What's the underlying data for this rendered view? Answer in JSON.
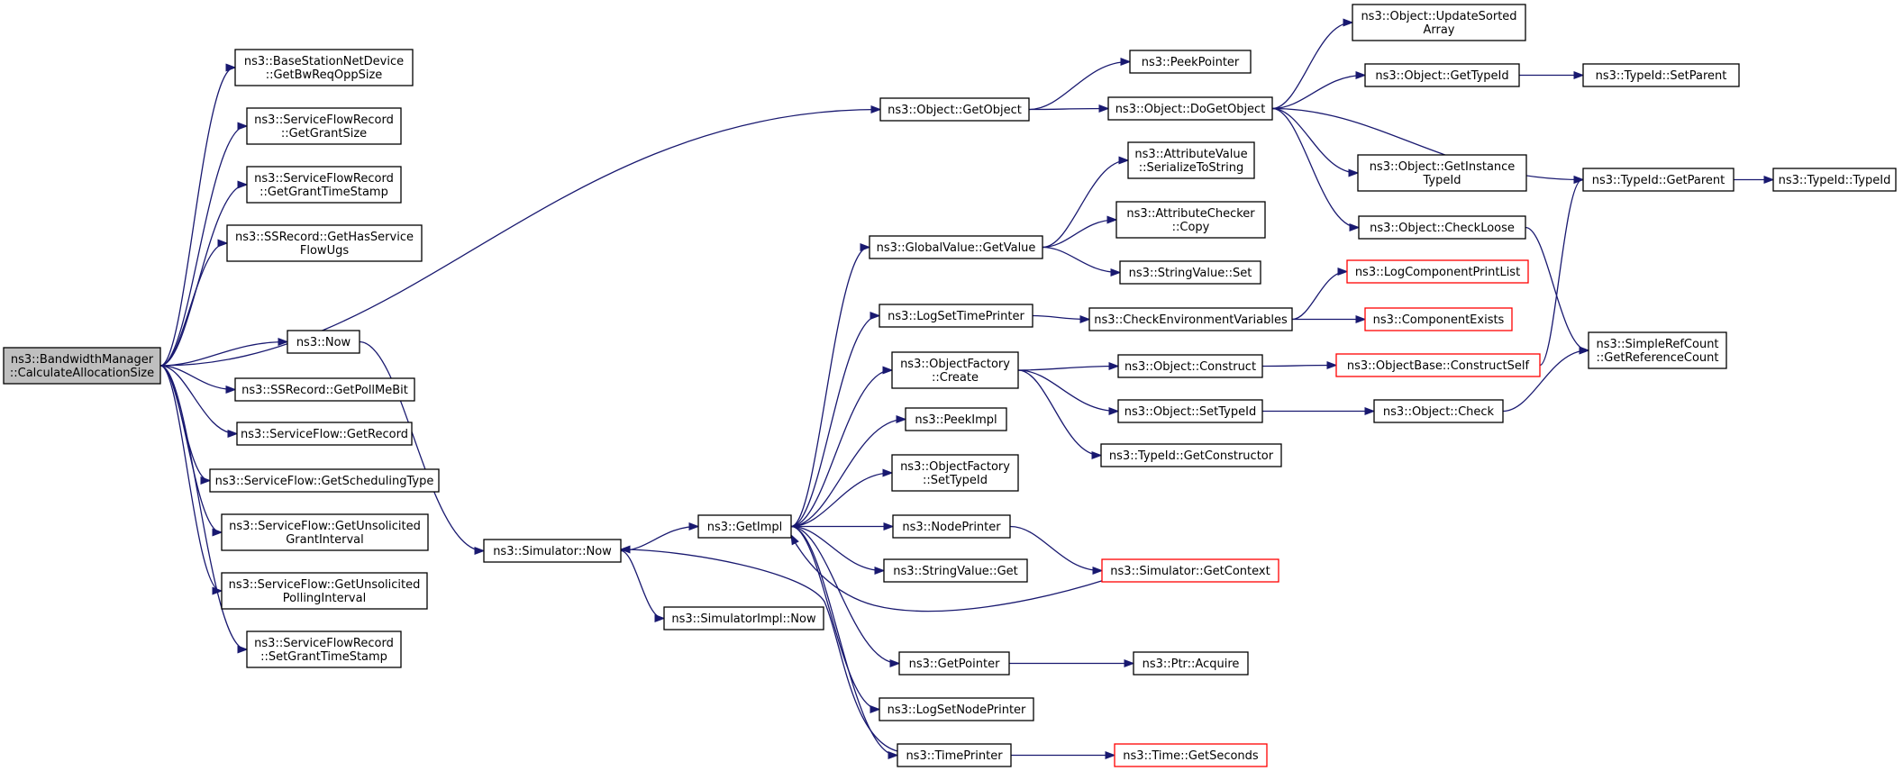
{
  "diagram": {
    "title": "",
    "colors": {
      "edge": "#191970",
      "root_fill": "#bfbfbf",
      "node_border": "#000000",
      "highlight_border": "#ff0000"
    },
    "nodes": [
      {
        "id": "root",
        "lines": [
          "ns3::BandwidthManager",
          "::CalculateAllocationSize"
        ],
        "style": "root"
      },
      {
        "id": "bs_getbwreq",
        "lines": [
          "ns3::BaseStationNetDevice",
          "::GetBwReqOppSize"
        ]
      },
      {
        "id": "sfr_getgrantsize",
        "lines": [
          "ns3::ServiceFlowRecord",
          "::GetGrantSize"
        ]
      },
      {
        "id": "sfr_getgrantts",
        "lines": [
          "ns3::ServiceFlowRecord",
          "::GetGrantTimeStamp"
        ]
      },
      {
        "id": "ss_hasservice",
        "lines": [
          "ns3::SSRecord::GetHasService",
          "FlowUgs"
        ]
      },
      {
        "id": "now",
        "lines": [
          "ns3::Now"
        ]
      },
      {
        "id": "ss_pollme",
        "lines": [
          "ns3::SSRecord::GetPollMeBit"
        ]
      },
      {
        "id": "sf_getrecord",
        "lines": [
          "ns3::ServiceFlow::GetRecord"
        ]
      },
      {
        "id": "sf_getsched",
        "lines": [
          "ns3::ServiceFlow::GetSchedulingType"
        ]
      },
      {
        "id": "sf_unsol_grant",
        "lines": [
          "ns3::ServiceFlow::GetUnsolicited",
          "GrantInterval"
        ]
      },
      {
        "id": "sf_unsol_poll",
        "lines": [
          "ns3::ServiceFlow::GetUnsolicited",
          "PollingInterval"
        ]
      },
      {
        "id": "sfr_setgrantts",
        "lines": [
          "ns3::ServiceFlowRecord",
          "::SetGrantTimeStamp"
        ]
      },
      {
        "id": "sim_now",
        "lines": [
          "ns3::Simulator::Now"
        ]
      },
      {
        "id": "simimpl_now",
        "lines": [
          "ns3::SimulatorImpl::Now"
        ]
      },
      {
        "id": "getimpl",
        "lines": [
          "ns3::GetImpl"
        ]
      },
      {
        "id": "obj_getobject",
        "lines": [
          "ns3::Object::GetObject"
        ]
      },
      {
        "id": "peekpointer",
        "lines": [
          "ns3::PeekPointer"
        ]
      },
      {
        "id": "obj_dogetobject",
        "lines": [
          "ns3::Object::DoGetObject"
        ]
      },
      {
        "id": "obj_updatesorted",
        "lines": [
          "ns3::Object::UpdateSorted",
          "Array"
        ]
      },
      {
        "id": "obj_gettypeid",
        "lines": [
          "ns3::Object::GetTypeId"
        ]
      },
      {
        "id": "typeid_setparent",
        "lines": [
          "ns3::TypeId::SetParent"
        ]
      },
      {
        "id": "obj_getinstancetypeid",
        "lines": [
          "ns3::Object::GetInstance",
          "TypeId"
        ]
      },
      {
        "id": "typeid_getparent",
        "lines": [
          "ns3::TypeId::GetParent"
        ]
      },
      {
        "id": "typeid_typeid",
        "lines": [
          "ns3::TypeId::TypeId"
        ]
      },
      {
        "id": "obj_checkloose",
        "lines": [
          "ns3::Object::CheckLoose"
        ]
      },
      {
        "id": "gv_getvalue",
        "lines": [
          "ns3::GlobalValue::GetValue"
        ]
      },
      {
        "id": "av_serialize",
        "lines": [
          "ns3::AttributeValue",
          "::SerializeToString"
        ]
      },
      {
        "id": "ac_copy",
        "lines": [
          "ns3::AttributeChecker",
          "::Copy"
        ]
      },
      {
        "id": "sv_set",
        "lines": [
          "ns3::StringValue::Set"
        ]
      },
      {
        "id": "logsettimeprinter",
        "lines": [
          "ns3::LogSetTimePrinter"
        ]
      },
      {
        "id": "checkenv",
        "lines": [
          "ns3::CheckEnvironmentVariables"
        ]
      },
      {
        "id": "logcompprintlist",
        "lines": [
          "ns3::LogComponentPrintList"
        ],
        "style": "red"
      },
      {
        "id": "componentexists",
        "lines": [
          "ns3::ComponentExists"
        ],
        "style": "red"
      },
      {
        "id": "of_create",
        "lines": [
          "ns3::ObjectFactory",
          "::Create"
        ]
      },
      {
        "id": "obj_construct",
        "lines": [
          "ns3::Object::Construct"
        ]
      },
      {
        "id": "ob_constructself",
        "lines": [
          "ns3::ObjectBase::ConstructSelf"
        ],
        "style": "red"
      },
      {
        "id": "src_getrefcount",
        "lines": [
          "ns3::SimpleRefCount",
          "::GetReferenceCount"
        ]
      },
      {
        "id": "obj_settypeid",
        "lines": [
          "ns3::Object::SetTypeId"
        ]
      },
      {
        "id": "obj_check",
        "lines": [
          "ns3::Object::Check"
        ]
      },
      {
        "id": "typeid_getconstructor",
        "lines": [
          "ns3::TypeId::GetConstructor"
        ]
      },
      {
        "id": "peekimpl",
        "lines": [
          "ns3::PeekImpl"
        ]
      },
      {
        "id": "of_settypeid",
        "lines": [
          "ns3::ObjectFactory",
          "::SetTypeId"
        ]
      },
      {
        "id": "nodeprinter",
        "lines": [
          "ns3::NodePrinter"
        ]
      },
      {
        "id": "sv_get",
        "lines": [
          "ns3::StringValue::Get"
        ]
      },
      {
        "id": "sim_getcontext",
        "lines": [
          "ns3::Simulator::GetContext"
        ],
        "style": "red"
      },
      {
        "id": "getpointer",
        "lines": [
          "ns3::GetPointer"
        ]
      },
      {
        "id": "ptr_acquire",
        "lines": [
          "ns3::Ptr::Acquire"
        ]
      },
      {
        "id": "logsetnodeprinter",
        "lines": [
          "ns3::LogSetNodePrinter"
        ]
      },
      {
        "id": "timeprinter",
        "lines": [
          "ns3::TimePrinter"
        ]
      },
      {
        "id": "time_getseconds",
        "lines": [
          "ns3::Time::GetSeconds"
        ],
        "style": "red"
      }
    ],
    "edges": [
      [
        "root",
        "bs_getbwreq"
      ],
      [
        "root",
        "sfr_getgrantsize"
      ],
      [
        "root",
        "sfr_getgrantts"
      ],
      [
        "root",
        "ss_hasservice"
      ],
      [
        "root",
        "obj_getobject"
      ],
      [
        "root",
        "now"
      ],
      [
        "root",
        "ss_pollme"
      ],
      [
        "root",
        "sf_getrecord"
      ],
      [
        "root",
        "sf_getsched"
      ],
      [
        "root",
        "sf_unsol_grant"
      ],
      [
        "root",
        "sf_unsol_poll"
      ],
      [
        "root",
        "sfr_setgrantts"
      ],
      [
        "now",
        "sim_now"
      ],
      [
        "sim_now",
        "getimpl"
      ],
      [
        "sim_now",
        "simimpl_now"
      ],
      [
        "obj_getobject",
        "peekpointer"
      ],
      [
        "obj_getobject",
        "obj_dogetobject"
      ],
      [
        "obj_dogetobject",
        "obj_updatesorted"
      ],
      [
        "obj_dogetobject",
        "obj_gettypeid"
      ],
      [
        "obj_dogetobject",
        "obj_getinstancetypeid"
      ],
      [
        "obj_dogetobject",
        "typeid_getparent"
      ],
      [
        "obj_dogetobject",
        "obj_checkloose"
      ],
      [
        "obj_gettypeid",
        "typeid_setparent"
      ],
      [
        "typeid_getparent",
        "typeid_typeid"
      ],
      [
        "obj_checkloose",
        "src_getrefcount"
      ],
      [
        "getimpl",
        "gv_getvalue"
      ],
      [
        "getimpl",
        "logsettimeprinter"
      ],
      [
        "getimpl",
        "of_create"
      ],
      [
        "getimpl",
        "peekimpl"
      ],
      [
        "getimpl",
        "of_settypeid"
      ],
      [
        "getimpl",
        "nodeprinter"
      ],
      [
        "getimpl",
        "sv_get"
      ],
      [
        "getimpl",
        "getpointer"
      ],
      [
        "getimpl",
        "logsetnodeprinter"
      ],
      [
        "getimpl",
        "timeprinter"
      ],
      [
        "gv_getvalue",
        "av_serialize"
      ],
      [
        "gv_getvalue",
        "ac_copy"
      ],
      [
        "gv_getvalue",
        "sv_set"
      ],
      [
        "logsettimeprinter",
        "checkenv"
      ],
      [
        "checkenv",
        "logcompprintlist"
      ],
      [
        "checkenv",
        "componentexists"
      ],
      [
        "of_create",
        "obj_construct"
      ],
      [
        "of_create",
        "obj_settypeid"
      ],
      [
        "of_create",
        "typeid_getconstructor"
      ],
      [
        "obj_construct",
        "ob_constructself"
      ],
      [
        "ob_constructself",
        "typeid_getparent"
      ],
      [
        "obj_settypeid",
        "obj_check"
      ],
      [
        "obj_check",
        "src_getrefcount"
      ],
      [
        "nodeprinter",
        "sim_getcontext"
      ],
      [
        "sim_getcontext",
        "getimpl"
      ],
      [
        "getpointer",
        "ptr_acquire"
      ],
      [
        "timeprinter",
        "time_getseconds"
      ],
      [
        "timeprinter",
        "sim_now"
      ]
    ]
  }
}
